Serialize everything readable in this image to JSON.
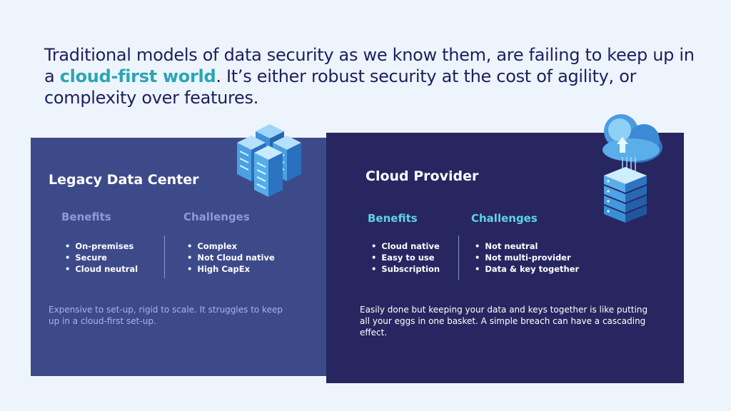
{
  "headline": {
    "before": "Traditional models of data security as we know them, are failing to keep up in a ",
    "highlight": "cloud-first world",
    "after": ". It’s either robust security at the cost of agility, or complexity over features."
  },
  "legacy": {
    "title": "Legacy Data Center",
    "benefits_heading": "Benefits",
    "challenges_heading": "Challenges",
    "benefits": [
      "On-premises",
      "Secure",
      "Cloud neutral"
    ],
    "challenges": [
      "Complex",
      "Not Cloud native",
      "High CapEx"
    ],
    "description": "Expensive to set-up, rigid to scale. It struggles to keep up in a cloud-first set-up.",
    "icon": "server-rack-icon"
  },
  "cloud": {
    "title": "Cloud Provider",
    "benefits_heading": "Benefits",
    "challenges_heading": "Challenges",
    "benefits": [
      "Cloud native",
      "Easy to use",
      "Subscription"
    ],
    "challenges": [
      "Not neutral",
      "Not multi-provider",
      "Data & key together"
    ],
    "description": "Easily done but keeping your data and keys together is like putting all your eggs in one basket. A simple breach can have a cascading effect.",
    "icon": "cloud-server-icon"
  },
  "colors": {
    "background": "#eef4fc",
    "headline": "#1d1f5e",
    "highlight": "#2aa6b4",
    "legacy_card": "#3d4a8a",
    "cloud_card": "#272660"
  }
}
